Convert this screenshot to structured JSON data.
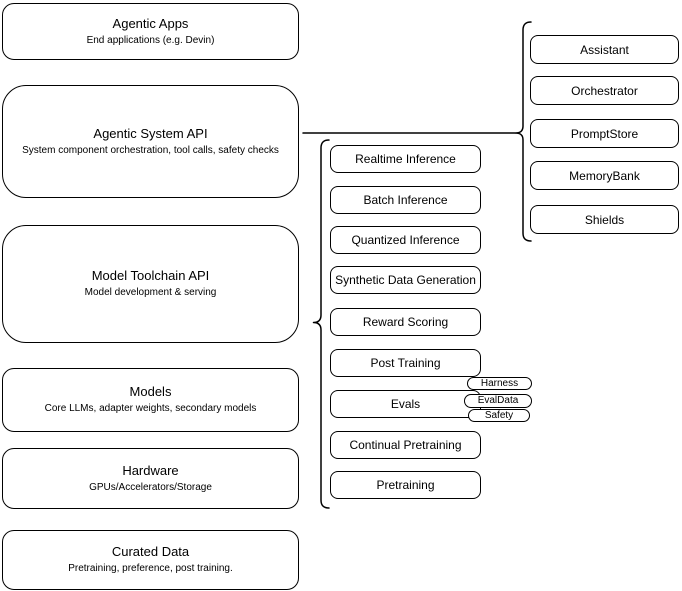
{
  "colors": {
    "stroke": "#000000",
    "background": "#ffffff",
    "text": "#000000"
  },
  "left_column": {
    "boxes": [
      {
        "title": "Agentic Apps",
        "subtitle": "End applications (e.g. Devin)"
      },
      {
        "title": "Agentic System API",
        "subtitle": "System component orchestration, tool calls, safety checks"
      },
      {
        "title": "Model Toolchain API",
        "subtitle": "Model development & serving"
      },
      {
        "title": "Models",
        "subtitle": "Core LLMs, adapter weights, secondary models"
      },
      {
        "title": "Hardware",
        "subtitle": "GPUs/Accelerators/Storage"
      },
      {
        "title": "Curated Data",
        "subtitle": "Pretraining, preference, post training."
      }
    ]
  },
  "toolchain_column": {
    "items": [
      {
        "label": "Realtime Inference"
      },
      {
        "label": "Batch Inference"
      },
      {
        "label": "Quantized Inference"
      },
      {
        "label": "Synthetic Data Generation"
      },
      {
        "label": "Reward Scoring"
      },
      {
        "label": "Post Training"
      },
      {
        "label": "Evals"
      },
      {
        "label": "Continual Pretraining"
      },
      {
        "label": "Pretraining"
      }
    ],
    "eval_tags": [
      {
        "label": "Harness"
      },
      {
        "label": "EvalData"
      },
      {
        "label": "Safety"
      }
    ]
  },
  "system_column": {
    "items": [
      {
        "label": "Assistant"
      },
      {
        "label": "Orchestrator"
      },
      {
        "label": "PromptStore"
      },
      {
        "label": "MemoryBank"
      },
      {
        "label": "Shields"
      }
    ]
  }
}
